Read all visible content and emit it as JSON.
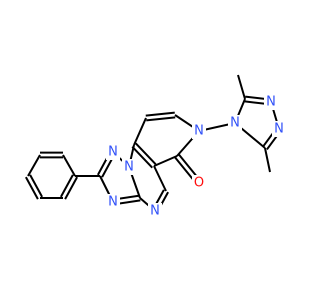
{
  "molecule": {
    "colors": {
      "N": "#3050f8",
      "O": "#ff0d0d",
      "C": "#000000",
      "background": "#ffffff"
    },
    "labels": {
      "N_triazole_top": "N",
      "N_triazole_right": "N",
      "N_triazole_attach": "N",
      "N_pyridone": "N",
      "O_carbonyl": "O",
      "N_bridgehead": "N",
      "N_tz_top": "N",
      "N_tz_bottom": "N",
      "N_pyrimidine": "N"
    }
  }
}
